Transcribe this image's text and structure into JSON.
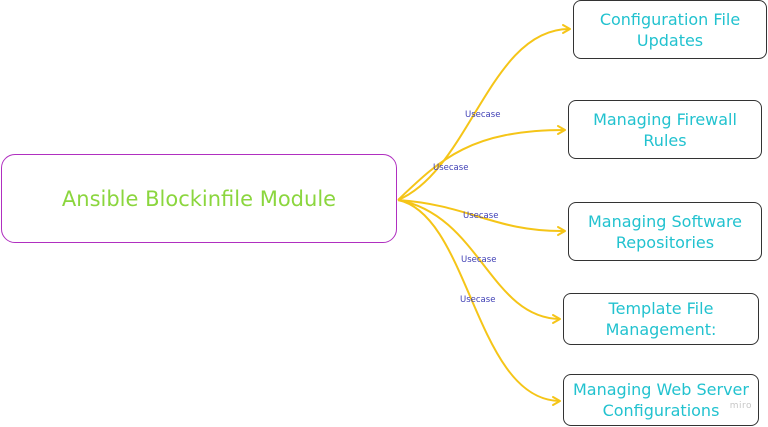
{
  "diagram": {
    "type": "mind-map",
    "root": {
      "label": "Ansible Blockinfile Module"
    },
    "children": [
      {
        "lines": [
          "Configuration File",
          "Updates"
        ],
        "edge_label": "Usecase"
      },
      {
        "lines": [
          "Managing Firewall",
          "Rules"
        ],
        "edge_label": "Usecase"
      },
      {
        "lines": [
          "Managing Software",
          "Repositories"
        ],
        "edge_label": "Usecase"
      },
      {
        "lines": [
          "Template File",
          "Management:"
        ],
        "edge_label": "Usecase"
      },
      {
        "lines": [
          "Managing Web Server",
          "Configurations"
        ],
        "edge_label": "Usecase"
      }
    ]
  },
  "colors": {
    "root_border": "#b02fc0",
    "root_text": "#8bd63e",
    "child_text": "#22c2cf",
    "child_border": "#333333",
    "edge": "#f5c518",
    "edge_label": "#3f3fb5"
  },
  "watermark": {
    "text": "miro"
  }
}
